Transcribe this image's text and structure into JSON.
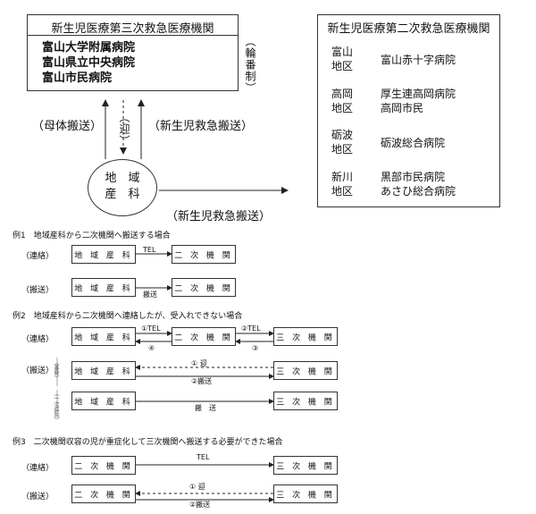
{
  "tertiary": {
    "title": "新生児医療第三次救急医療機関",
    "hospitals": [
      "富山大学附属病院",
      "富山県立中央病院",
      "富山市民病院"
    ],
    "rotation": "（輪番制）"
  },
  "secondary": {
    "title": "新生児医療第二次救急医療機関",
    "rows": [
      {
        "area": [
          "富山",
          "地区"
        ],
        "hospitals": [
          "富山赤十字病院"
        ]
      },
      {
        "area": [
          "高岡",
          "地区"
        ],
        "hospitals": [
          "厚生連高岡病院",
          "高岡市民"
        ]
      },
      {
        "area": [
          "砺波",
          "地区"
        ],
        "hospitals": [
          "砺波総合病院"
        ]
      },
      {
        "area": [
          "新川",
          "地区"
        ],
        "hospitals": [
          "黒部市民病院",
          "あさひ総合病院"
        ]
      }
    ]
  },
  "local": {
    "label": [
      "地　域",
      "産　科"
    ]
  },
  "flow": {
    "maternal": "（母体搬送）",
    "pickup": "（迎）",
    "neonatal_up": "（新生児救急搬送）",
    "neonatal_right": "（新生児救急搬送）"
  },
  "examples": {
    "ex1": {
      "title": "例1　地域産科から二次機関へ搬送する場合",
      "contact": "（連絡）",
      "transport": "（搬送）",
      "local": "地 域 産 科",
      "secondary": "二 次 機 関",
      "tel": "TEL",
      "transfer": "搬送"
    },
    "ex2": {
      "title": "例2　地域産科から二次機関へ連絡したが、受入れできない場合",
      "contact": "（連絡）",
      "transport": "（搬送）",
      "local": "地 域 産 科",
      "secondary": "二 次 機 関",
      "tertiary": "三 次 機 関",
      "tel1": "①TEL",
      "tel2": "②TEL",
      "n3": "③",
      "n4": "④",
      "pickup": "① 迎",
      "transfer2": "②搬送",
      "transfer": "搬　送",
      "side1": "（基幹）",
      "side2": "（一次病院）"
    },
    "ex3": {
      "title": "例3　二次機関収容の児が重症化して三次機関へ搬送する必要ができた場合",
      "contact": "（連絡）",
      "transport": "（搬送）",
      "secondary": "二 次 機 関",
      "tertiary": "三 次 機 関",
      "tel": "TEL",
      "pickup": "① 迎",
      "transfer2": "②搬送"
    }
  }
}
